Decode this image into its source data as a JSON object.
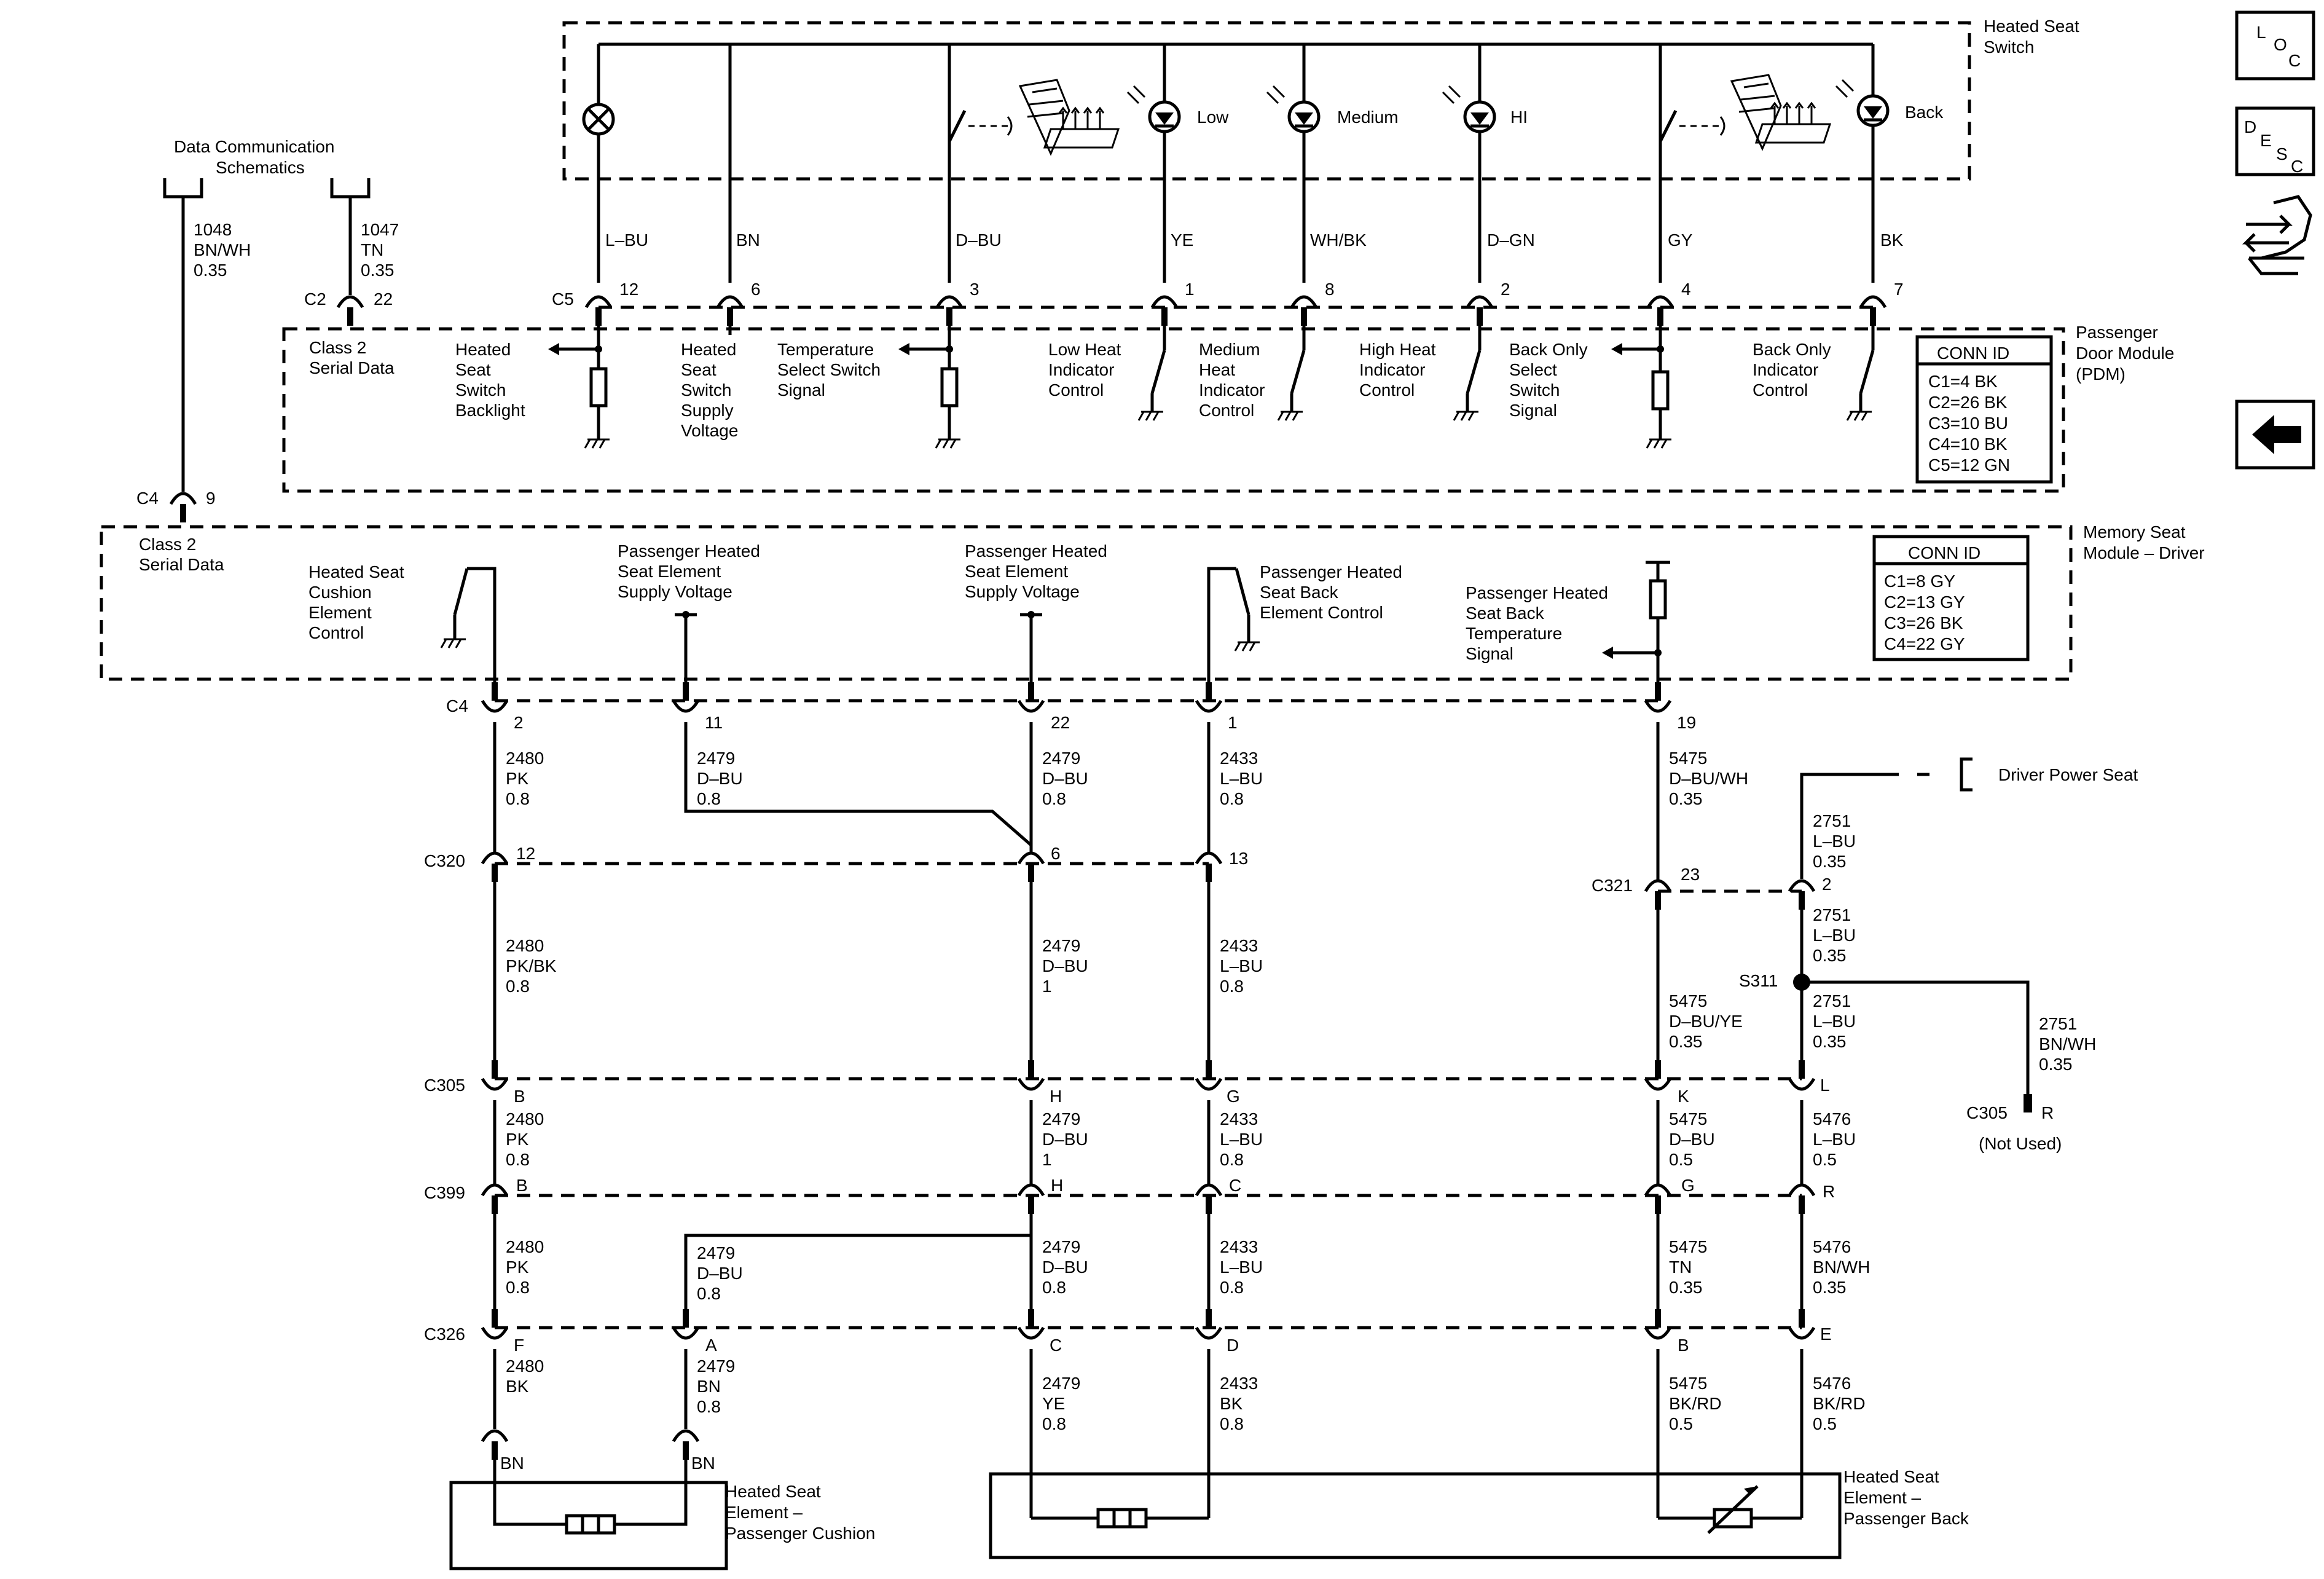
{
  "modules": {
    "switch_title": [
      "Heated Seat",
      "Switch"
    ],
    "pdm_title": [
      "Passenger",
      "Door Module",
      "(PDM)"
    ],
    "msm_title": [
      "Memory Seat",
      "Module – Driver"
    ],
    "data_comm": [
      "Data Communication",
      "Schematics"
    ]
  },
  "switch_labels": {
    "low": "Low",
    "medium": "Medium",
    "hi": "HI",
    "back": "Back"
  },
  "top_wires": {
    "w1048": [
      "1048",
      "BN/WH",
      "0.35"
    ],
    "w1047": [
      "1047",
      "TN",
      "0.35"
    ],
    "c2_conn": "C2",
    "c2_pin": "22",
    "c4_conn": "C4",
    "c4_pin": "9",
    "c5_conn": "C5",
    "class2_pdm": [
      "Class 2",
      "Serial Data"
    ],
    "class2_msm": [
      "Class 2",
      "Serial Data"
    ]
  },
  "switch_wires": [
    {
      "color": "L–BU",
      "pin": "12"
    },
    {
      "color": "BN",
      "pin": "6"
    },
    {
      "color": "D–BU",
      "pin": "3"
    },
    {
      "color": "YE",
      "pin": "1"
    },
    {
      "color": "WH/BK",
      "pin": "8"
    },
    {
      "color": "D–GN",
      "pin": "2"
    },
    {
      "color": "GY",
      "pin": "4"
    },
    {
      "color": "BK",
      "pin": "7"
    }
  ],
  "pdm_labels": {
    "backlight": [
      "Heated",
      "Seat",
      "Switch",
      "Backlight"
    ],
    "supply": [
      "Heated",
      "Seat",
      "Switch",
      "Supply",
      "Voltage"
    ],
    "temp_select": [
      "Temperature",
      "Select Switch",
      "Signal"
    ],
    "low_ind": [
      "Low Heat",
      "Indicator",
      "Control"
    ],
    "med_ind": [
      "Medium",
      "Heat",
      "Indicator",
      "Control"
    ],
    "high_ind": [
      "High Heat",
      "Indicator",
      "Control"
    ],
    "back_sel": [
      "Back Only",
      "Select",
      "Switch",
      "Signal"
    ],
    "back_ind": [
      "Back Only",
      "Indicator",
      "Control"
    ]
  },
  "pdm_conn_id": {
    "title": "CONN ID",
    "rows": [
      "C1=4 BK",
      "C2=26 BK",
      "C3=10 BU",
      "C4=10 BK",
      "C5=12 GN"
    ]
  },
  "msm_labels": {
    "cushion_ctrl": [
      "Heated Seat",
      "Cushion",
      "Element",
      "Control"
    ],
    "supply1": [
      "Passenger Heated",
      "Seat Element",
      "Supply Voltage"
    ],
    "supply2": [
      "Passenger Heated",
      "Seat Element",
      "Supply Voltage"
    ],
    "back_ctrl": [
      "Passenger Heated",
      "Seat Back",
      "Element Control"
    ],
    "back_temp": [
      "Passenger Heated",
      "Seat Back",
      "Temperature",
      "Signal"
    ]
  },
  "msm_conn_id": {
    "title": "CONN ID",
    "rows": [
      "C1=8 GY",
      "C2=13 GY",
      "C3=26 BK",
      "C4=22 GY"
    ]
  },
  "connectors": {
    "c4": "C4",
    "c320": "C320",
    "c321": "C321",
    "c305": "C305",
    "c399": "C399",
    "c326": "C326",
    "s311": "S311",
    "c305_r": "C305",
    "r_pin": "R",
    "not_used": "(Not Used)",
    "driver_power_seat": "Driver Power Seat"
  },
  "pins": {
    "c4": [
      "2",
      "11",
      "22",
      "1",
      "19"
    ],
    "c320": [
      "12",
      "6",
      "13"
    ],
    "c321": [
      "23",
      "2"
    ],
    "c305": [
      "B",
      "H",
      "G",
      "K",
      "L"
    ],
    "c399": [
      "B",
      "H",
      "C",
      "G",
      "R"
    ],
    "c326": [
      "F",
      "A",
      "C",
      "D",
      "B",
      "E"
    ]
  },
  "wire_labels": {
    "a1": [
      "2480",
      "PK",
      "0.8"
    ],
    "b1": [
      "2479",
      "D–BU",
      "0.8"
    ],
    "c1": [
      "2479",
      "D–BU",
      "0.8"
    ],
    "d1": [
      "2433",
      "L–BU",
      "0.8"
    ],
    "e1": [
      "5475",
      "D–BU/WH",
      "0.35"
    ],
    "f1": [
      "2751",
      "L–BU",
      "0.35"
    ],
    "a2": [
      "2480",
      "PK/BK",
      "0.8"
    ],
    "c2": [
      "2479",
      "D–BU",
      "1"
    ],
    "d2": [
      "2433",
      "L–BU",
      "0.8"
    ],
    "e2": [
      "5475",
      "D–BU/YE",
      "0.35"
    ],
    "f2": [
      "2751",
      "L–BU",
      "0.35"
    ],
    "f3": [
      "2751",
      "L–BU",
      "0.35"
    ],
    "g1": [
      "2751",
      "BN/WH",
      "0.35"
    ],
    "a3": [
      "2480",
      "PK",
      "0.8"
    ],
    "c3": [
      "2479",
      "D–BU",
      "1"
    ],
    "d3": [
      "2433",
      "L–BU",
      "0.8"
    ],
    "e3": [
      "5475",
      "D–BU",
      "0.5"
    ],
    "f4": [
      "5476",
      "L–BU",
      "0.5"
    ],
    "a4": [
      "2480",
      "PK",
      "0.8"
    ],
    "b4": [
      "2479",
      "D–BU",
      "0.8"
    ],
    "c4": [
      "2479",
      "D–BU",
      "0.8"
    ],
    "d4": [
      "2433",
      "L–BU",
      "0.8"
    ],
    "e4": [
      "5475",
      "TN",
      "0.35"
    ],
    "f5": [
      "5476",
      "BN/WH",
      "0.35"
    ],
    "a5": [
      "2480",
      "BK"
    ],
    "b5": [
      "2479",
      "BN",
      "0.8"
    ],
    "c5": [
      "2479",
      "YE",
      "0.8"
    ],
    "d5": [
      "2433",
      "BK",
      "0.8"
    ],
    "e5": [
      "5475",
      "BK/RD",
      "0.5"
    ],
    "f6": [
      "5476",
      "BK/RD",
      "0.5"
    ]
  },
  "elements": {
    "cushion_pin_bn1": "BN",
    "cushion_pin_bn2": "BN",
    "cushion": [
      "Heated Seat",
      "Element –",
      "Passenger Cushion"
    ],
    "back": [
      "Heated Seat",
      "Element –",
      "Passenger Back"
    ]
  },
  "nav": {
    "loc": [
      "L",
      "O",
      "C"
    ],
    "desc": [
      "D",
      "E",
      "S",
      "C"
    ],
    "connector_icon": "connector-end-view-icon",
    "back_icon": "back-arrow-icon"
  }
}
